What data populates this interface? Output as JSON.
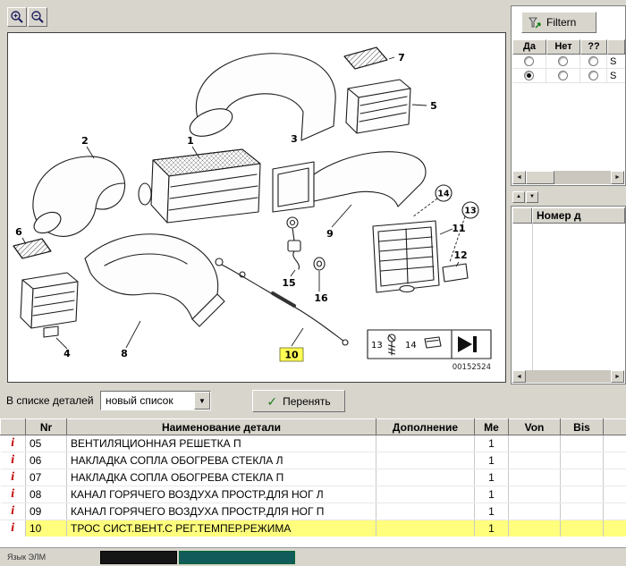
{
  "zoom_toolbar": {
    "zoom_in_icon": "magnifier-plus",
    "zoom_out_icon": "magnifier-minus"
  },
  "filter_panel": {
    "button_label": "Filtern",
    "columns": [
      "Да",
      "Нет",
      "??"
    ],
    "rows": [
      {
        "options": [
          "unselected",
          "unselected",
          "unselected"
        ],
        "label": "S"
      },
      {
        "options": [
          "selected",
          "unselected",
          "unselected"
        ],
        "label": "S"
      }
    ]
  },
  "number_panel": {
    "header": "Номер д"
  },
  "selection_bar": {
    "label": "В списке деталей",
    "dropdown_value": "новый список",
    "apply_label": "Перенять"
  },
  "parts_table": {
    "info_icon": "i",
    "headers": {
      "info": "",
      "nr": "Nr",
      "name": "Наименование детали",
      "addition": "Дополнение",
      "me": "Me",
      "von": "Von",
      "bis": "Bis"
    },
    "rows": [
      {
        "nr": "05",
        "name": "ВЕНТИЛЯЦИОННАЯ РЕШЕТКА П",
        "addition": "",
        "me": "1",
        "von": "",
        "bis": "",
        "highlighted": false
      },
      {
        "nr": "06",
        "name": "НАКЛАДКА СОПЛА ОБОГРЕВА СТЕКЛА Л",
        "addition": "",
        "me": "1",
        "von": "",
        "bis": "",
        "highlighted": false
      },
      {
        "nr": "07",
        "name": "НАКЛАДКА СОПЛА ОБОГРЕВА СТЕКЛА П",
        "addition": "",
        "me": "1",
        "von": "",
        "bis": "",
        "highlighted": false
      },
      {
        "nr": "08",
        "name": "КАНАЛ ГОРЯЧЕГО ВОЗДУХА ПРОСТР.ДЛЯ НОГ Л",
        "addition": "",
        "me": "1",
        "von": "",
        "bis": "",
        "highlighted": false
      },
      {
        "nr": "09",
        "name": "КАНАЛ ГОРЯЧЕГО ВОЗДУХА ПРОСТР.ДЛЯ НОГ П",
        "addition": "",
        "me": "1",
        "von": "",
        "bis": "",
        "highlighted": false
      },
      {
        "nr": "10",
        "name": "ТРОС СИСТ.ВЕНТ.С РЕГ.ТЕМПЕР.РЕЖИМА",
        "addition": "",
        "me": "1",
        "von": "",
        "bis": "",
        "highlighted": true
      }
    ]
  },
  "diagram": {
    "labels": {
      "1": "1",
      "2": "2",
      "3": "3",
      "4": "4",
      "5": "5",
      "6": "6",
      "7": "7",
      "8": "8",
      "9": "9",
      "10": "10",
      "11": "11",
      "12": "12",
      "15": "15",
      "16": "16"
    },
    "callouts": {
      "c13": "13",
      "c14": "14"
    },
    "inset": {
      "item13": "13",
      "item14": "14",
      "image_number": "00152524"
    },
    "highlighted_label": "10",
    "highlight_color": "#ffff54"
  },
  "status_bar": {
    "left_label": "Язык ЭЛМ"
  },
  "colors": {
    "highlight_row": "#ffff7d",
    "accent_green": "#1a7a1a",
    "info_red": "#c40000"
  }
}
